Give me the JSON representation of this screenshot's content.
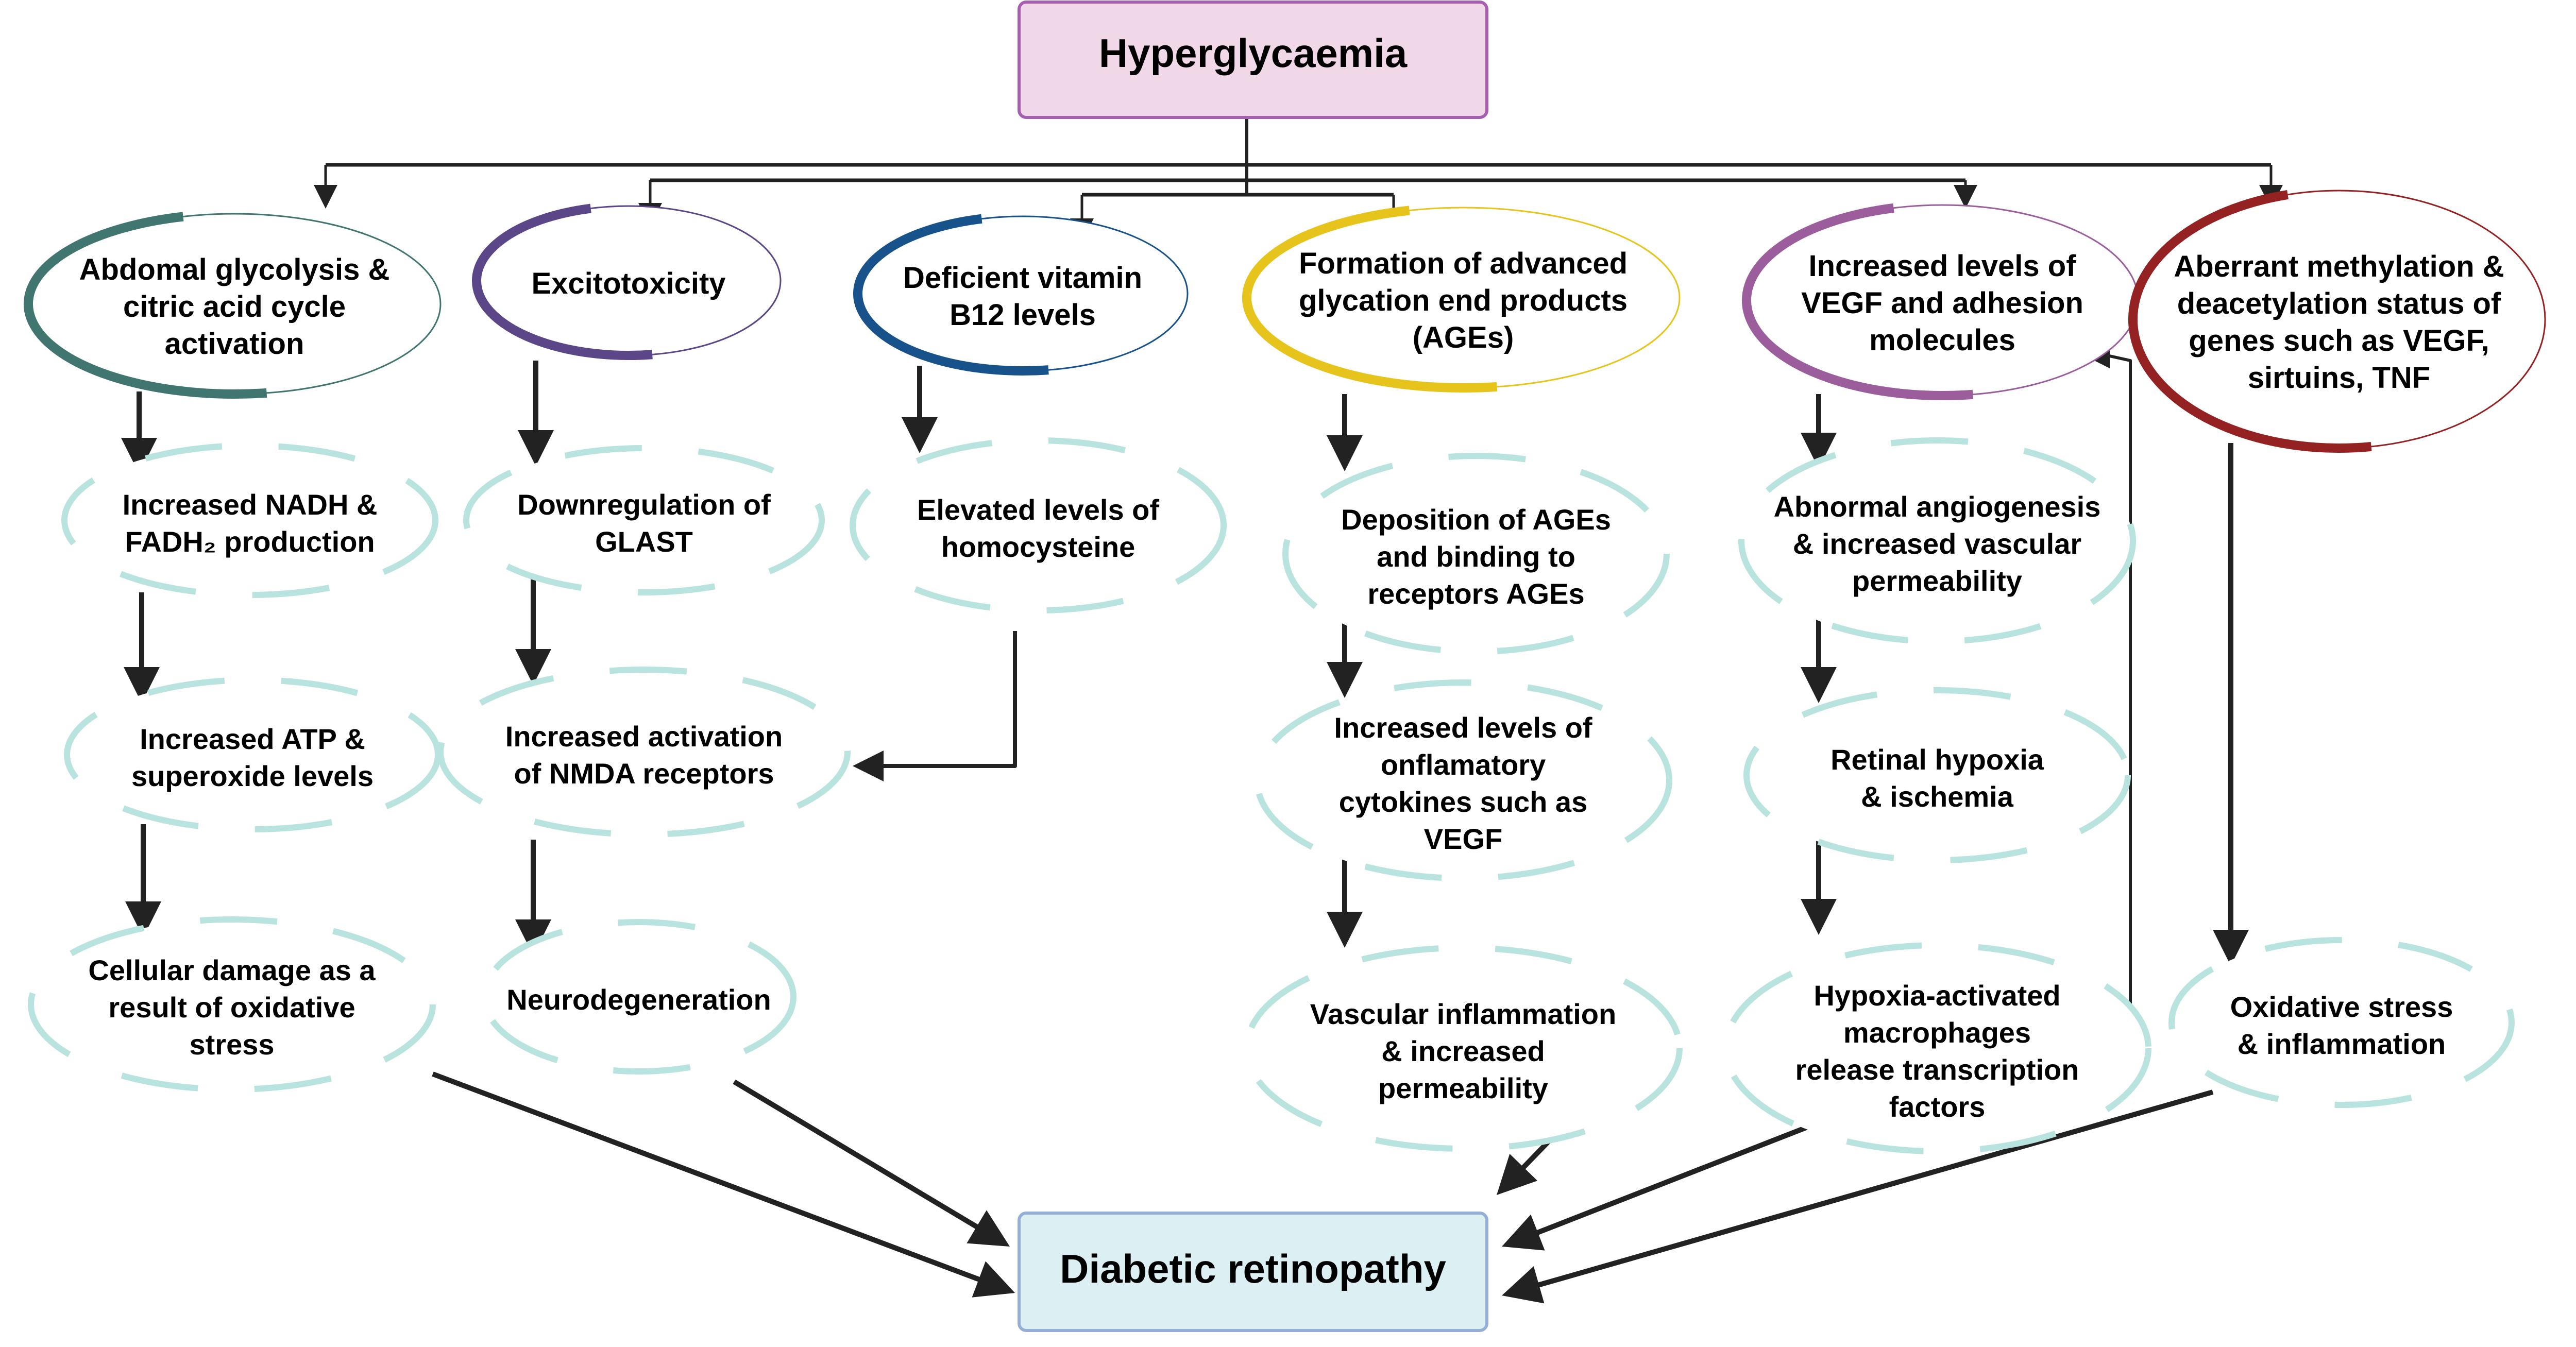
{
  "source": {
    "label": "Hyperglycaemia",
    "fill": "#f0d8e8",
    "border": "#a75db0"
  },
  "outcome": {
    "label": "Diabetic retinopathy",
    "fill": "#dcf0f3",
    "border": "#94aed6"
  },
  "step_ellipse_color": "#b8e3df",
  "pathways": [
    {
      "id": "glycolysis",
      "color": "#41756f",
      "head": [
        "Abdomal glycolysis &",
        "citric acid cycle",
        "activation"
      ],
      "steps": [
        [
          "Increased NADH &",
          "FADH₂ production"
        ],
        [
          "Increased ATP &",
          "superoxide levels"
        ],
        [
          "Cellular damage as a",
          "result of oxidative",
          "stress"
        ]
      ]
    },
    {
      "id": "excitotoxicity",
      "color": "#5b4788",
      "head": [
        "Excitotoxicity"
      ],
      "steps": [
        [
          "Downregulation of",
          "GLAST"
        ],
        [
          "Increased activation",
          "of NMDA receptors"
        ],
        [
          "Neurodegeneration"
        ]
      ]
    },
    {
      "id": "vitamin-b12",
      "color": "#17528a",
      "head": [
        "Deficient vitamin",
        "B12 levels"
      ],
      "steps": [
        [
          "Elevated levels of",
          "homocysteine"
        ]
      ]
    },
    {
      "id": "ages",
      "color": "#e7c41c",
      "head": [
        "Formation of advanced",
        "glycation end products",
        "(AGEs)"
      ],
      "steps": [
        [
          "Deposition of AGEs",
          "and binding to",
          "receptors AGEs"
        ],
        [
          "Increased levels of",
          "onflamatory",
          "cytokines such as",
          "VEGF"
        ],
        [
          "Vascular inflammation",
          "& increased",
          "permeability"
        ]
      ]
    },
    {
      "id": "vegf",
      "color": "#9c5d9c",
      "head": [
        "Increased levels of",
        "VEGF and adhesion",
        "molecules"
      ],
      "steps": [
        [
          "Abnormal angiogenesis",
          "& increased vascular",
          "permeability"
        ],
        [
          "Retinal hypoxia",
          "& ischemia"
        ],
        [
          "Hypoxia-activated",
          "macrophages",
          "release transcription",
          "factors"
        ]
      ]
    },
    {
      "id": "methylation",
      "color": "#952222",
      "head": [
        "Aberrant methylation &",
        "deacetylation status of",
        "genes such as VEGF,",
        "sirtuins, TNF"
      ],
      "steps": [
        [
          "Oxidative stress",
          "& inflammation"
        ]
      ]
    }
  ]
}
